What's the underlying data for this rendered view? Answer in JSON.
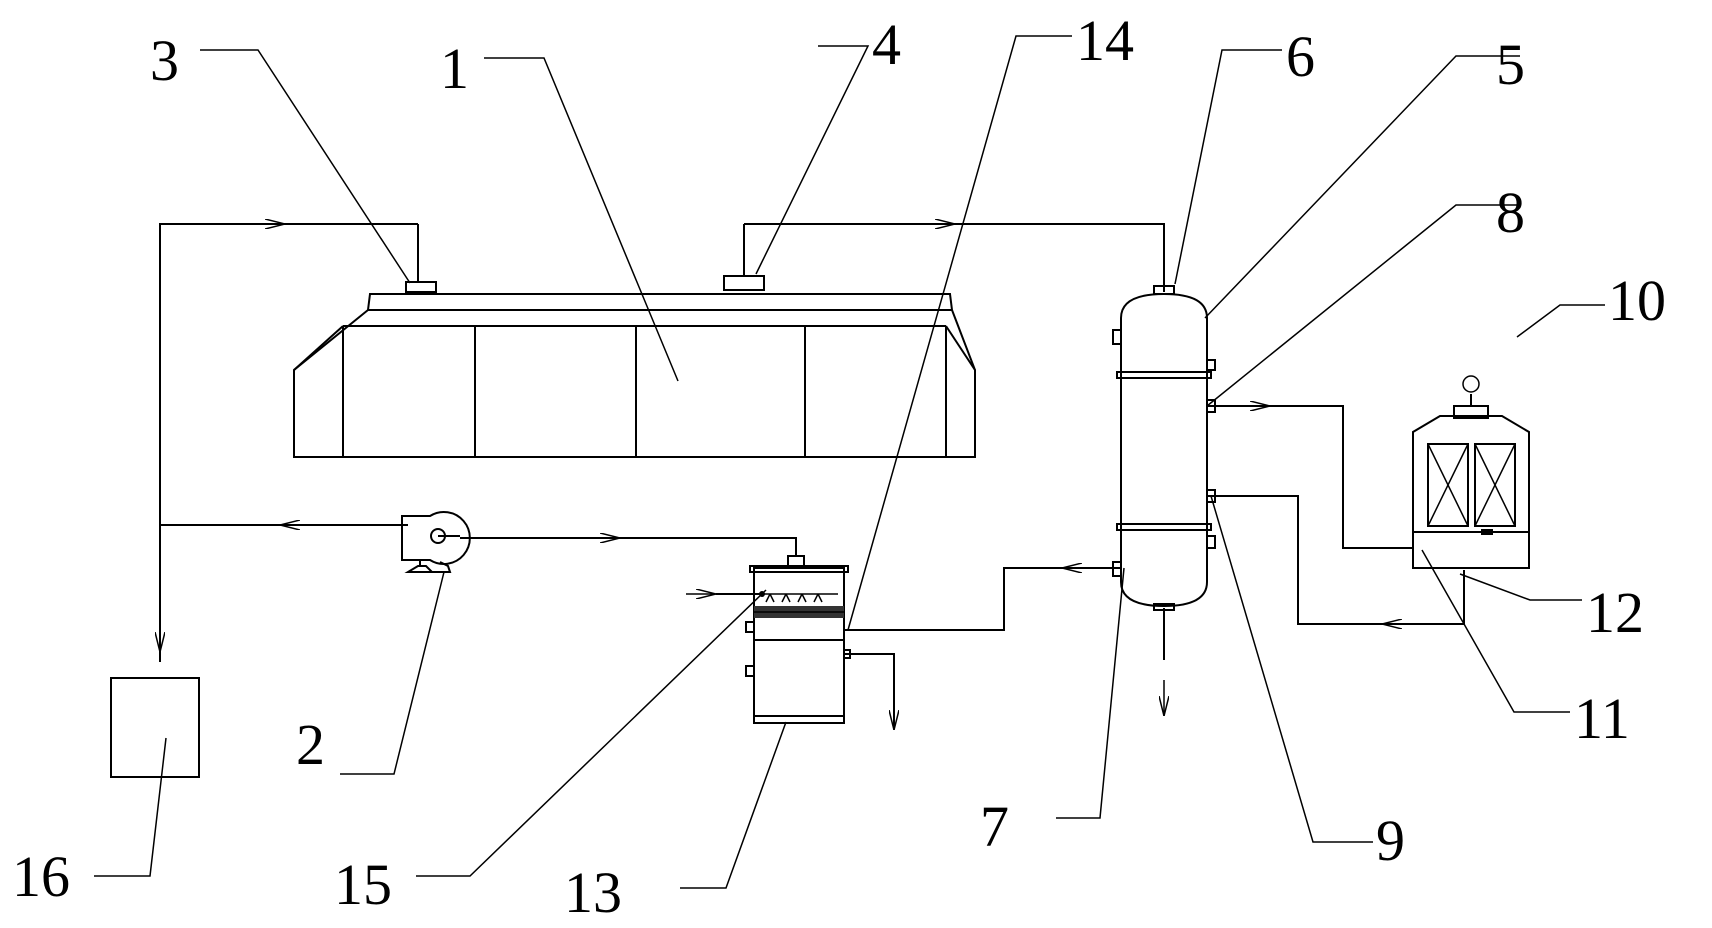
{
  "labels": {
    "l1": "1",
    "l2": "2",
    "l3": "3",
    "l4": "4",
    "l5": "5",
    "l6": "6",
    "l7": "7",
    "l8": "8",
    "l9": "9",
    "l10": "10",
    "l11": "11",
    "l12": "12",
    "l13": "13",
    "l14": "14",
    "l15": "15",
    "l16": "16"
  }
}
